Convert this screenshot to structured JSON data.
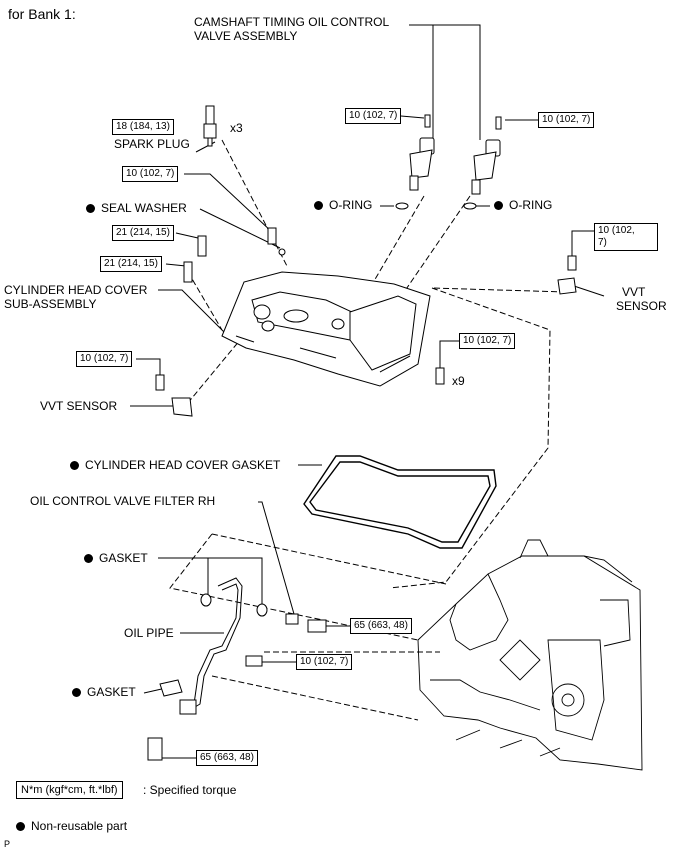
{
  "header": {
    "bank_label": "for Bank 1:"
  },
  "labels": {
    "camshaft_ocv": [
      "CAMSHAFT TIMING OIL CONTROL",
      "VALVE ASSEMBLY"
    ],
    "spark_plug": "SPARK PLUG",
    "seal_washer": "SEAL WASHER",
    "o_ring_left": "O-RING",
    "o_ring_right": "O-RING",
    "cyl_head_cover": [
      "CYLINDER HEAD COVER",
      "SUB-ASSEMBLY"
    ],
    "vvt_sensor_left": "VVT SENSOR",
    "vvt_sensor_right": [
      "VVT",
      "SENSOR"
    ],
    "cyl_head_cover_gasket": "CYLINDER HEAD COVER GASKET",
    "ocv_filter": "OIL CONTROL VALVE FILTER RH",
    "gasket_top": "GASKET",
    "oil_pipe": "OIL PIPE",
    "gasket_bottom": "GASKET"
  },
  "quantities": {
    "spark_plug_qty": "x3",
    "cover_bolt_qty": "x9"
  },
  "torques": {
    "spark_plug": "18 (184, 13)",
    "seal_washer_bolt": "10 (102, 7)",
    "ocv_left": "10 (102, 7)",
    "ocv_right": "10 (102, 7)",
    "stud_upper": "21 (214, 15)",
    "stud_lower": "21 (214, 15)",
    "vvt_right": [
      "10 (102,",
      "7)"
    ],
    "vvt_left": "10 (102, 7)",
    "cover_bolts": "10 (102, 7)",
    "union_bolt_upper": "65 (663, 48)",
    "pipe_bolt": "10 (102, 7)",
    "union_bolt_lower": "65 (663, 48)"
  },
  "legend": {
    "torque_units": "N*m (kgf*cm, ft.*lbf)",
    "torque_desc": ": Specified torque",
    "non_reusable": "Non-reusable part"
  },
  "footer": {
    "code": "P"
  }
}
